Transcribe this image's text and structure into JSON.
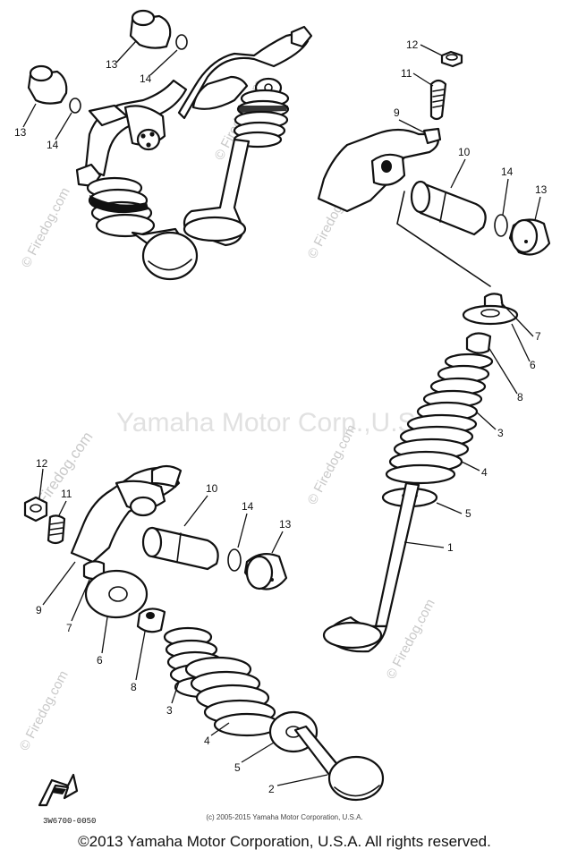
{
  "watermark": {
    "center_text": "Yamaha Motor Corp.,U.S.A.",
    "site_text": "© Firedog.com",
    "diagonal_text": "Firedog.com"
  },
  "callouts": {
    "top_left": {
      "n13a": "13",
      "n14a": "14",
      "n13b": "13",
      "n14b": "14"
    },
    "top_right": {
      "n12": "12",
      "n11": "11",
      "n9": "9",
      "n10": "10",
      "n14": "14",
      "n13": "13"
    },
    "right_valve": {
      "n7": "7",
      "n6": "6",
      "n8": "8",
      "n3": "3",
      "n4": "4",
      "n5": "5",
      "n1": "1"
    },
    "lower_left": {
      "n12": "12",
      "n11": "11",
      "n10": "10",
      "n14": "14",
      "n13": "13",
      "n9": "9",
      "n7": "7",
      "n6": "6",
      "n8": "8",
      "n3": "3",
      "n4": "4",
      "n5": "5",
      "n2": "2"
    }
  },
  "footer": {
    "drawing_code": "3W6700-0050",
    "small_copyright": "(c) 2005-2015 Yamaha Motor Corporation, U.S.A.",
    "copyright": "©2013 Yamaha Motor Corporation, U.S.A. All rights reserved."
  },
  "icons": {
    "front_arrow": "front-arrow-icon"
  }
}
